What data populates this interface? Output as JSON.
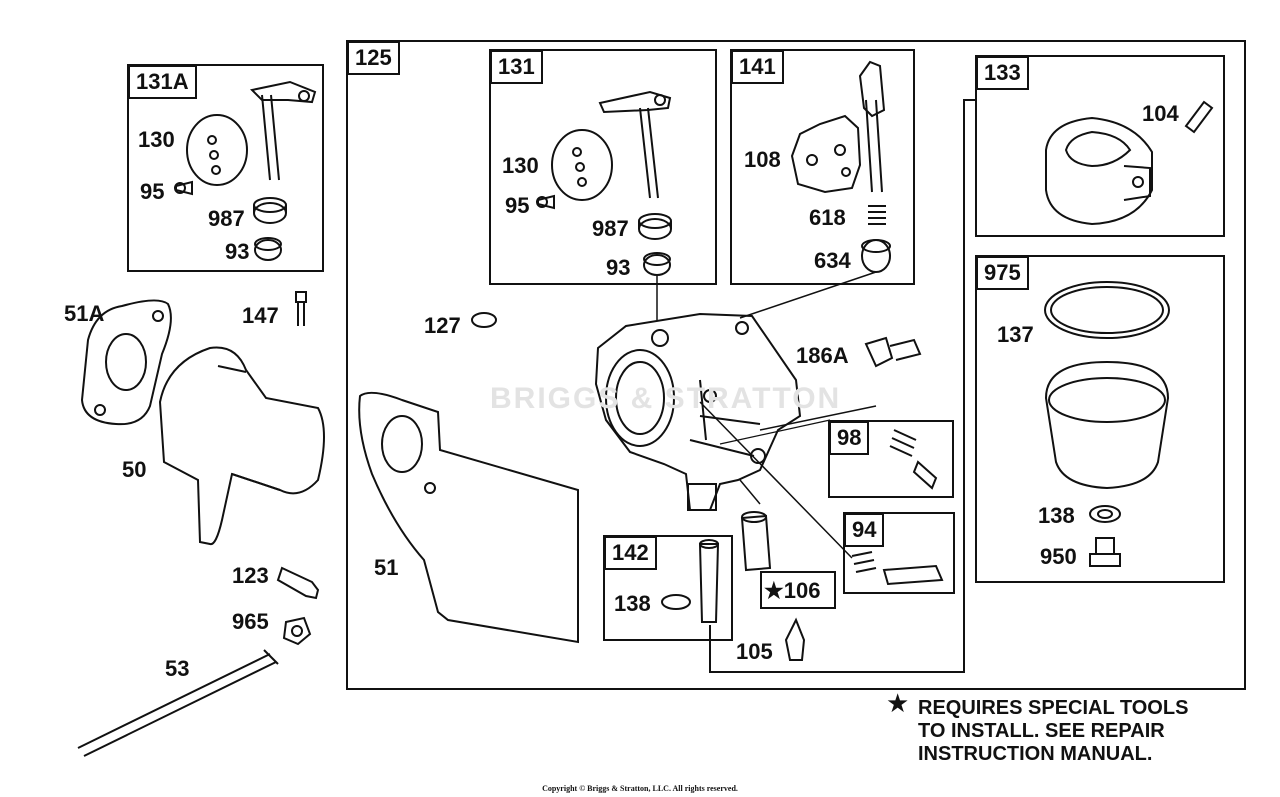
{
  "diagram": {
    "boxes": {
      "b125": "125",
      "b131A": "131A",
      "b131": "131",
      "b141": "141",
      "b133": "133",
      "b975": "975",
      "b98": "98",
      "b94": "94",
      "b142": "142",
      "b106": "★106"
    },
    "parts": {
      "p130a": "130",
      "p95a": "95",
      "p987a": "987",
      "p93a": "93",
      "p130b": "130",
      "p95b": "95",
      "p987b": "987",
      "p93b": "93",
      "p108": "108",
      "p618": "618",
      "p634": "634",
      "p104": "104",
      "p137": "137",
      "p138r": "138",
      "p950": "950",
      "p51A": "51A",
      "p147": "147",
      "p127": "127",
      "p186A": "186A",
      "p50": "50",
      "p51": "51",
      "p123": "123",
      "p965": "965",
      "p53": "53",
      "p138l": "138",
      "p105": "105"
    },
    "watermark": "BRIGGS & STRATTON",
    "note_star": "★",
    "note_lines": [
      "REQUIRES SPECIAL TOOLS",
      "TO INSTALL.  SEE REPAIR",
      "INSTRUCTION MANUAL."
    ],
    "copyright": "Copyright © Briggs & Stratton, LLC. All rights reserved."
  }
}
